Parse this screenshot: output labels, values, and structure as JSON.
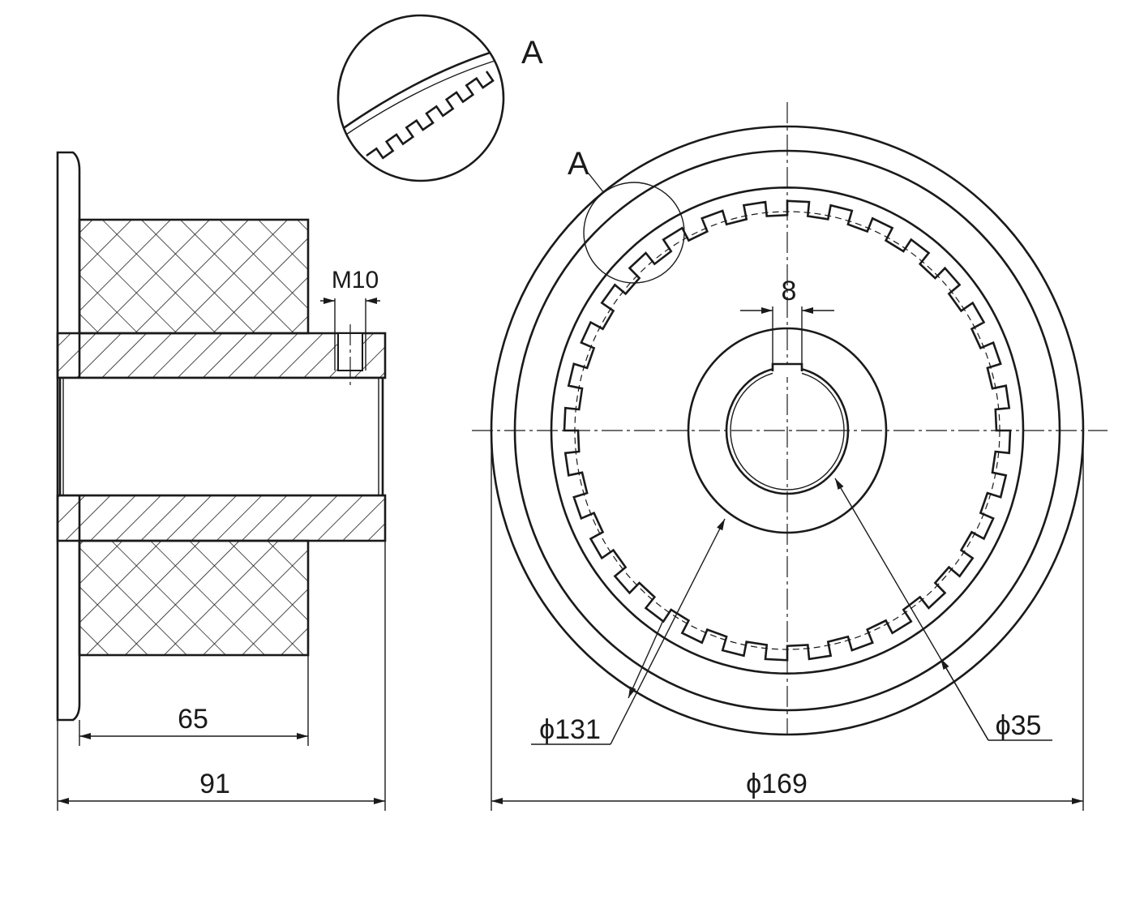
{
  "side_view": {
    "thread_label": "M10",
    "width_65_label": "65",
    "width_91_label": "91"
  },
  "front_view": {
    "callout_label": "A",
    "diameter_169_label": "ϕ169",
    "diameter_131_label": "ϕ131",
    "diameter_35_label": "ϕ35",
    "keyway_width_label": "8"
  },
  "detail_view": {
    "label": "A"
  }
}
